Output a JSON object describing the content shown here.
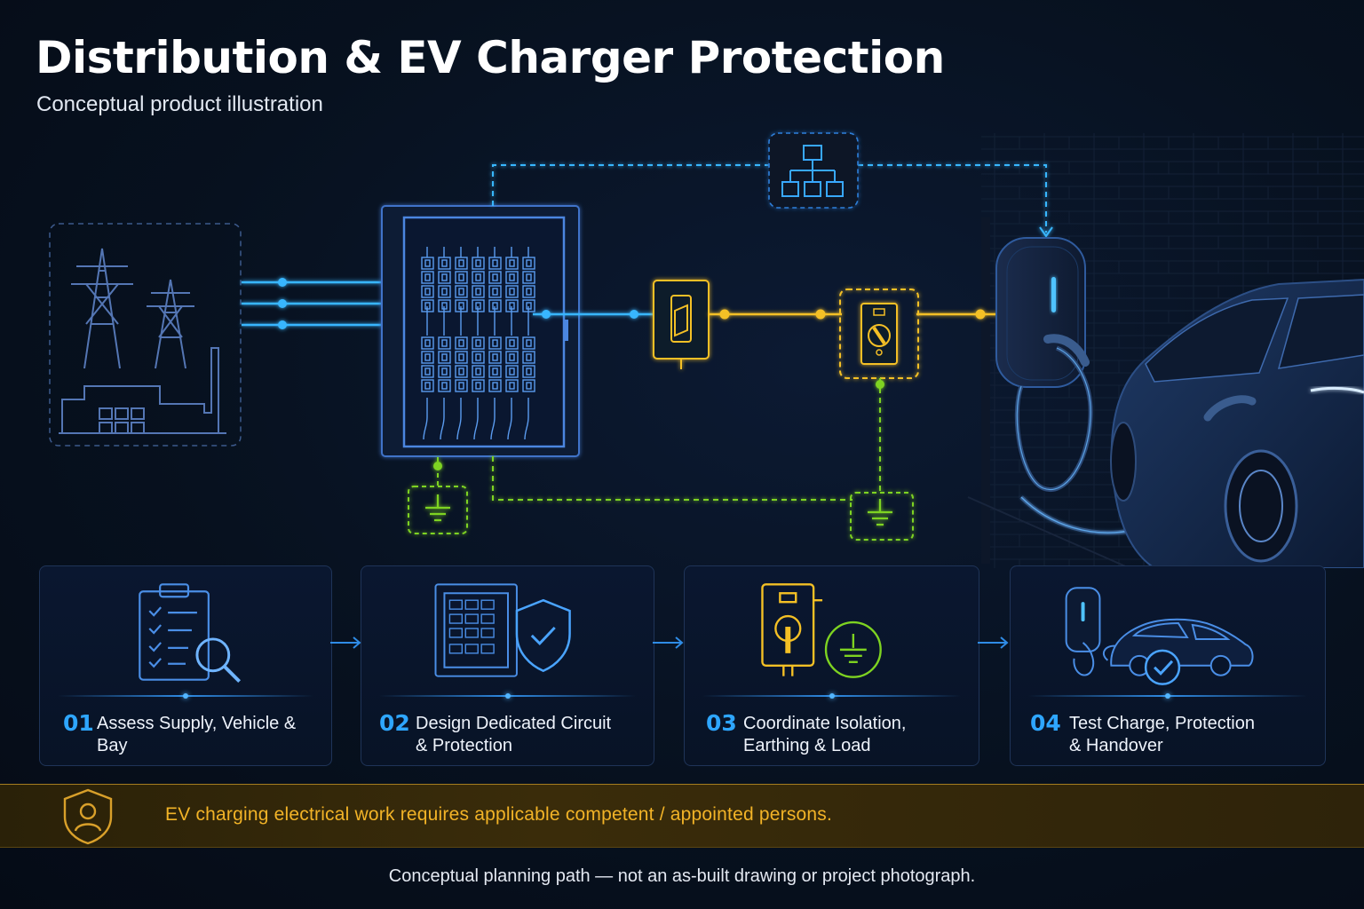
{
  "header": {
    "title": "Distribution & EV Charger Protection",
    "subtitle": "Conceptual product illustration"
  },
  "steps": [
    {
      "number": "01",
      "label": "Assess Supply, Vehicle & Bay"
    },
    {
      "number": "02",
      "label": "Design Dedicated Circuit\n& Protection"
    },
    {
      "number": "03",
      "label": "Coordinate Isolation,\nEarthing & Load"
    },
    {
      "number": "04",
      "label": "Test Charge, Protection\n& Handover"
    }
  ],
  "warning": {
    "text": "EV charging electrical work requires applicable competent / appointed persons."
  },
  "footer": {
    "text": "Conceptual planning path — not an as-built drawing or project photograph."
  },
  "colors": {
    "background": "#07111f",
    "power_line": "#39b6ff",
    "protected_circuit": "#f4c025",
    "earth": "#7ed321",
    "accent_blue": "#2ea6ff",
    "warning": "#f2b327"
  },
  "icons": {
    "supply": "power-grid-icon",
    "board": "distribution-board-icon",
    "isolator": "isolator-switch-icon",
    "protection": "protection-device-icon",
    "earth": "earth-ground-icon",
    "network": "network-hierarchy-icon",
    "charger": "ev-charger-icon",
    "vehicle": "electric-car-icon"
  }
}
